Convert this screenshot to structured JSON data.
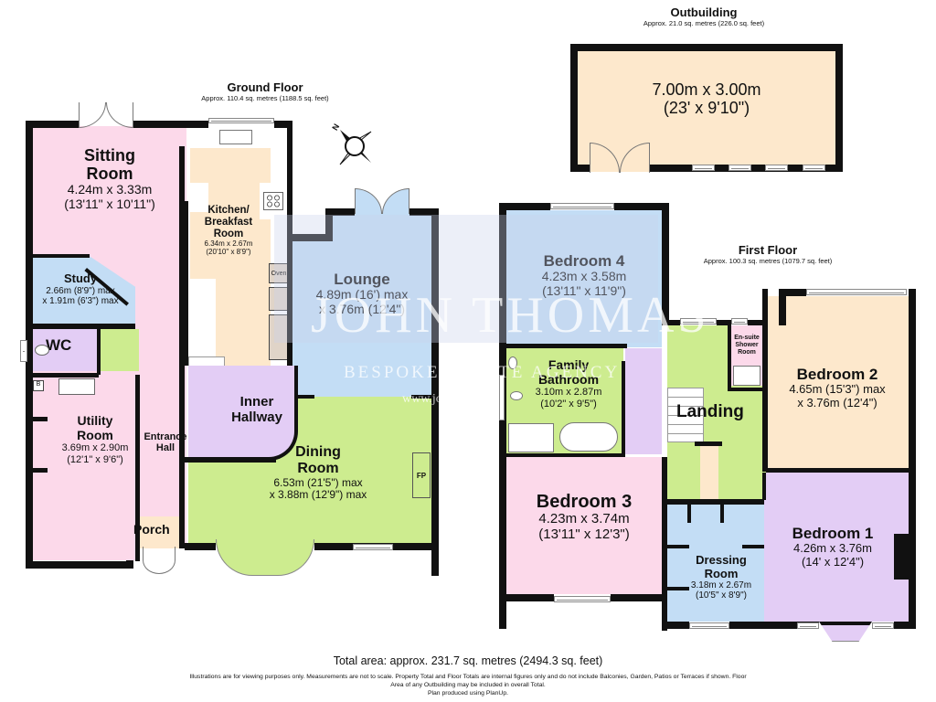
{
  "outbuilding": {
    "title": "Outbuilding",
    "area": "Approx. 21.0 sq. metres (226.0 sq. feet)",
    "room": {
      "dim_m": "7.00m x 3.00m",
      "dim_ft": "(23' x 9'10\")"
    }
  },
  "ground_floor": {
    "title": "Ground Floor",
    "area": "Approx. 110.4 sq. metres (1188.5 sq. feet)",
    "rooms": {
      "sitting_room": {
        "name": "Sitting Room",
        "name_l1": "Sitting",
        "name_l2": "Room",
        "dim_m": "4.24m x 3.33m",
        "dim_ft": "(13'11\" x 10'11\")"
      },
      "study": {
        "name": "Study",
        "dim_l1": "2.66m (8'9\") max",
        "dim_l2": "x 1.91m (6'3\") max"
      },
      "wc": {
        "name": "WC"
      },
      "utility_room": {
        "name_l1": "Utility",
        "name_l2": "Room",
        "dim_m": "3.69m x 2.90m",
        "dim_ft": "(12'1\" x 9'6\")"
      },
      "entrance_hall": {
        "name_l1": "Entrance",
        "name_l2": "Hall"
      },
      "porch": {
        "name": "Porch"
      },
      "kitchen": {
        "name_l1": "Kitchen/",
        "name_l2": "Breakfast",
        "name_l3": "Room",
        "dim_m": "6.34m x 2.67m",
        "dim_ft": "(20'10\" x 8'9\")"
      },
      "oven": {
        "label": "Oven"
      },
      "lounge": {
        "name": "Lounge",
        "dim_l1": "4.89m (16') max",
        "dim_l2": "x 3.76m (12'4\")"
      },
      "inner_hallway": {
        "name_l1": "Inner",
        "name_l2": "Hallway"
      },
      "dining_room": {
        "name_l1": "Dining",
        "name_l2": "Room",
        "dim_l1": "6.53m (21'5\") max",
        "dim_l2": "x 3.88m (12'9\") max"
      },
      "fireplace": {
        "label": "FP"
      },
      "boiler": {
        "label": "B"
      }
    }
  },
  "first_floor": {
    "title": "First Floor",
    "area": "Approx. 100.3 sq. metres (1079.7 sq. feet)",
    "rooms": {
      "bedroom4": {
        "name": "Bedroom 4",
        "dim_m": "4.23m x 3.58m",
        "dim_ft": "(13'11\" x 11'9\")"
      },
      "family_bathroom": {
        "name_l1": "Family",
        "name_l2": "Bathroom",
        "dim_m": "3.10m x 2.87m",
        "dim_ft": "(10'2\" x 9'5\")"
      },
      "bedroom3": {
        "name": "Bedroom 3",
        "dim_m": "4.23m x 3.74m",
        "dim_ft": "(13'11\" x 12'3\")"
      },
      "landing": {
        "name": "Landing"
      },
      "ensuite": {
        "name_l1": "En-suite",
        "name_l2": "Shower",
        "name_l3": "Room"
      },
      "bedroom2": {
        "name": "Bedroom 2",
        "dim_l1": "4.65m (15'3\") max",
        "dim_l2": "x 3.76m (12'4\")"
      },
      "dressing_room": {
        "name_l1": "Dressing",
        "name_l2": "Room",
        "dim_m": "3.18m x 2.67m",
        "dim_ft": "(10'5\" x 8'9\")"
      },
      "bedroom1": {
        "name": "Bedroom 1",
        "dim_m": "4.26m x 3.76m",
        "dim_ft": "(14' x 12'4\")"
      }
    }
  },
  "compass": {
    "label": "N"
  },
  "watermark": {
    "l1": "JOHN THOMAS",
    "l2": "BESPOKE ESTATE AGENCY",
    "l3": "www.johnthomas"
  },
  "footer": {
    "total": "Total area: approx. 231.7 sq. metres (2494.3 sq. feet)",
    "disclaimer_l1": "Illustrations are for viewing purposes only. Measurements are not to scale. Property Total and Floor Totals are internal figures only and do not include Balconies, Garden, Patios or Terraces if shown. Floor",
    "disclaimer_l2": "Area of any Outbuilding may be included in overall Total.",
    "disclaimer_l3": "Plan produced using PlanUp."
  },
  "colors": {
    "pink": "#fcd9ea",
    "light_blue": "#c3ddf5",
    "peach": "#fde8cc",
    "green": "#cdec8f",
    "lilac": "#e3cdf5",
    "wall": "#111111"
  }
}
